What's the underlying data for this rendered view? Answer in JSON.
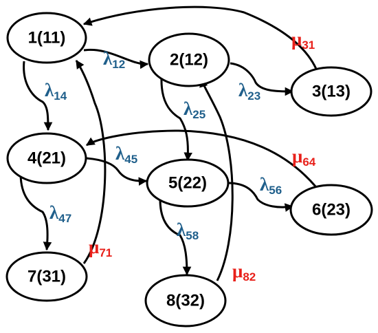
{
  "colors": {
    "lambda": "#1f5f8b",
    "mu": "#e8201a",
    "stroke": "#000000"
  },
  "nodes": [
    {
      "id": "n1",
      "label": "1(11)"
    },
    {
      "id": "n2",
      "label": "2(12)"
    },
    {
      "id": "n3",
      "label": "3(13)"
    },
    {
      "id": "n4",
      "label": "4(21)"
    },
    {
      "id": "n5",
      "label": "5(22)"
    },
    {
      "id": "n6",
      "label": "6(23)"
    },
    {
      "id": "n7",
      "label": "7(31)"
    },
    {
      "id": "n8",
      "label": "8(32)"
    }
  ],
  "edges": [
    {
      "id": "e12",
      "from": "n1",
      "to": "n2",
      "symbol": "λ",
      "sub": "12",
      "kind": "lambda"
    },
    {
      "id": "e14",
      "from": "n1",
      "to": "n4",
      "symbol": "λ",
      "sub": "14",
      "kind": "lambda"
    },
    {
      "id": "e23",
      "from": "n2",
      "to": "n3",
      "symbol": "λ",
      "sub": "23",
      "kind": "lambda"
    },
    {
      "id": "e25",
      "from": "n2",
      "to": "n5",
      "symbol": "λ",
      "sub": "25",
      "kind": "lambda"
    },
    {
      "id": "e31",
      "from": "n3",
      "to": "n1",
      "symbol": "μ",
      "sub": "31",
      "kind": "mu"
    },
    {
      "id": "e45",
      "from": "n4",
      "to": "n5",
      "symbol": "λ",
      "sub": "45",
      "kind": "lambda"
    },
    {
      "id": "e47",
      "from": "n4",
      "to": "n7",
      "symbol": "λ",
      "sub": "47",
      "kind": "lambda"
    },
    {
      "id": "e56",
      "from": "n5",
      "to": "n6",
      "symbol": "λ",
      "sub": "56",
      "kind": "lambda"
    },
    {
      "id": "e58",
      "from": "n5",
      "to": "n8",
      "symbol": "λ",
      "sub": "58",
      "kind": "lambda"
    },
    {
      "id": "e64",
      "from": "n6",
      "to": "n4",
      "symbol": "μ",
      "sub": "64",
      "kind": "mu"
    },
    {
      "id": "e71",
      "from": "n7",
      "to": "n1",
      "symbol": "μ",
      "sub": "71",
      "kind": "mu"
    },
    {
      "id": "e82",
      "from": "n8",
      "to": "n2",
      "symbol": "μ",
      "sub": "82",
      "kind": "mu"
    }
  ]
}
